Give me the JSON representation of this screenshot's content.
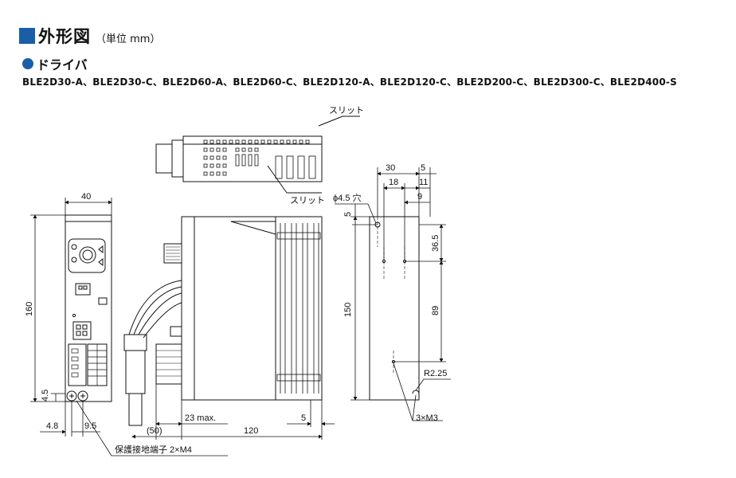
{
  "header": {
    "title": "外形図",
    "unit": "（単位 mm）",
    "accent_color": "#1a5ea8"
  },
  "section": {
    "title": "ドライバ",
    "models": "BLE2D30-A、BLE2D30-C、BLE2D60-A、BLE2D60-C、BLE2D120-A、BLE2D120-C、BLE2D200-C、BLE2D300-C、BLE2D400-S"
  },
  "labels": {
    "slit_top": "スリット",
    "slit_bottom": "スリット",
    "hole": "ϕ4.5 穴",
    "radius": "R2.25",
    "screw": "3×M3",
    "terminal": "保護接地端子 2×M4"
  },
  "dimensions": {
    "front_width": "40",
    "front_height": "160",
    "front_bottom": "4.5",
    "front_x1": "4.8",
    "front_x2": "9.5",
    "side_depth": "120",
    "side_cable": "(50)",
    "side_max": "23 max.",
    "side_right": "5",
    "rear_w1": "30",
    "rear_w2": "5",
    "rear_w3": "18",
    "rear_w4": "11",
    "rear_w5": "9",
    "rear_top": "5",
    "rear_v1": "36.5",
    "rear_v2": "89",
    "rear_height": "150"
  }
}
